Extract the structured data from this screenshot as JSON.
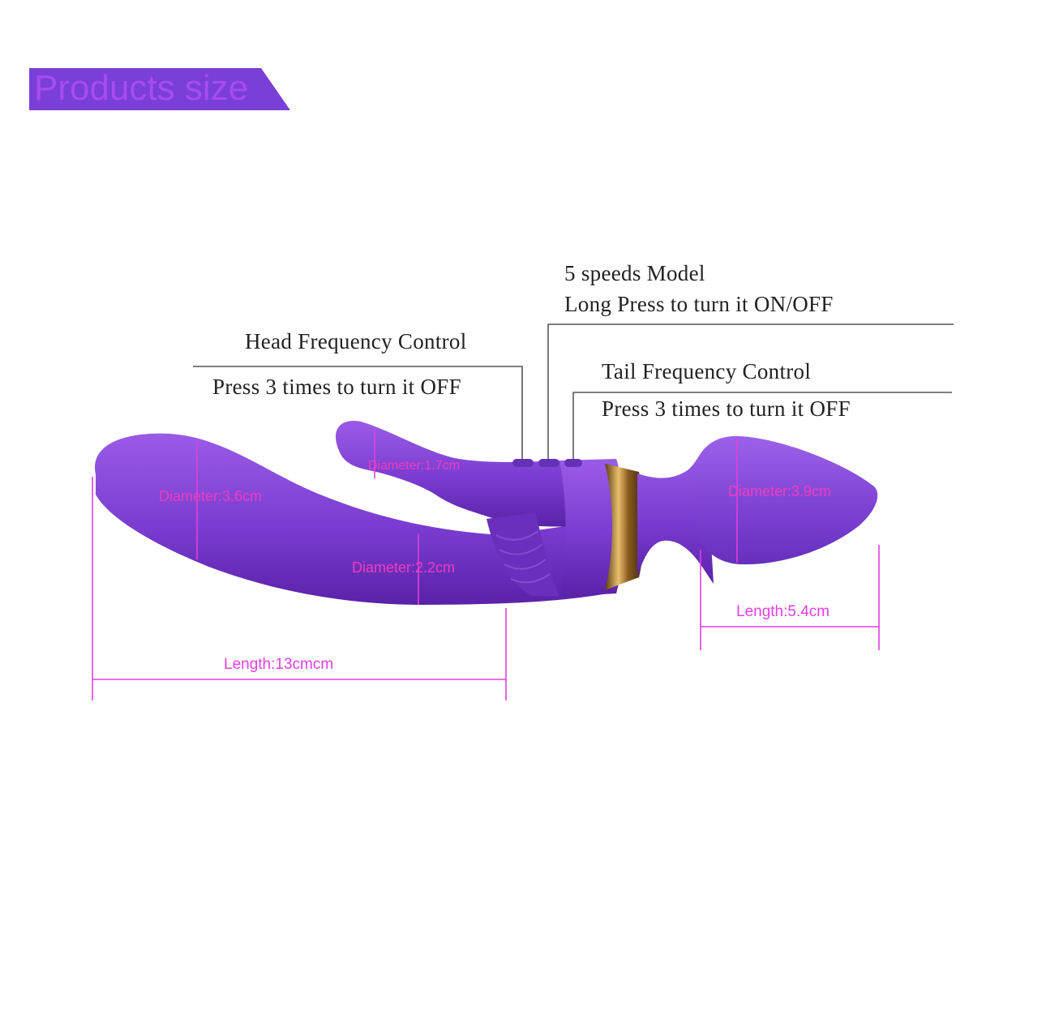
{
  "banner": {
    "title": "Products size",
    "bg_color": "#7a3fd6",
    "text_color": "#a64cf0"
  },
  "callouts": {
    "speeds_line1": "5 speeds Model",
    "speeds_line2": "Long Press to turn it ON/OFF",
    "head_title": "Head Frequency Control",
    "head_sub": "Press 3 times to turn it OFF",
    "tail_title": "Tail Frequency Control",
    "tail_sub": "Press 3 times to turn it OFF"
  },
  "dimensions": {
    "shaft_diameter": "Diameter:3.6cm",
    "arm_diameter": "Diameter:1.7cm",
    "neck_diameter": "Diameter:2.2cm",
    "head_diameter": "Diameter:3.9cm",
    "shaft_length": "Length:13cmcm",
    "head_length": "Length:5.4cm"
  },
  "colors": {
    "product": "#7d3fd4",
    "dimension_lines": "#e040e0",
    "gold_ring": "#b8862e"
  }
}
